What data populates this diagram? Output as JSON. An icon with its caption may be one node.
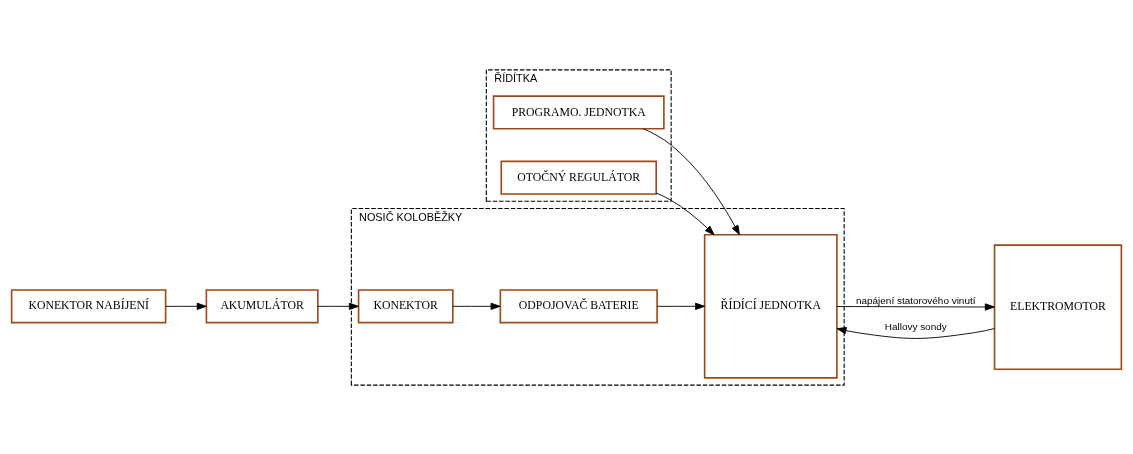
{
  "diagram": {
    "nodes": [
      {
        "text": [
          "ŘÍDÍTKA"
        ]
      },
      {
        "text": [
          "PROGRAMO. JEDNOTKA"
        ],
        "in": 0
      },
      {
        "text": [
          "OTOČNÝ REGULÁTOR"
        ],
        "in": 0
      },
      {
        "text": [
          "NOSIČ KOLOBĚŽKY"
        ]
      },
      {
        "text": [
          "ŘÍDÍCÍ JEDNOTKA"
        ],
        "in": 3
      },
      {
        "text": [
          "ELEKTROMOTOR"
        ]
      },
      {
        "text": [
          "KONEKTOR NABÍJENÍ"
        ]
      },
      {
        "text": [
          "AKUMULÁTOR"
        ]
      },
      {
        "text": [
          "KONEKTOR"
        ],
        "in": 3
      },
      {
        "text": [
          "ODPOJOVAČ BATERIE"
        ],
        "in": 3
      }
    ],
    "edges": [
      {
        "from": 2,
        "to": 4,
        "arrow": "to"
      },
      {
        "from": 1,
        "to": 4,
        "arrow": "to"
      },
      {
        "from": 6,
        "to": 7,
        "arrow": "to"
      },
      {
        "from": 7,
        "to": 8,
        "arrow": "to"
      },
      {
        "from": 8,
        "to": 9,
        "arrow": "to"
      },
      {
        "from": 9,
        "to": 4,
        "arrow": "to"
      },
      {
        "from": 5,
        "to": 4,
        "arrow": "to",
        "label": "Hallovy sondy"
      },
      {
        "from": 4,
        "to": 5,
        "arrow": "to",
        "label": "napájení statorového vinutí"
      }
    ]
  }
}
